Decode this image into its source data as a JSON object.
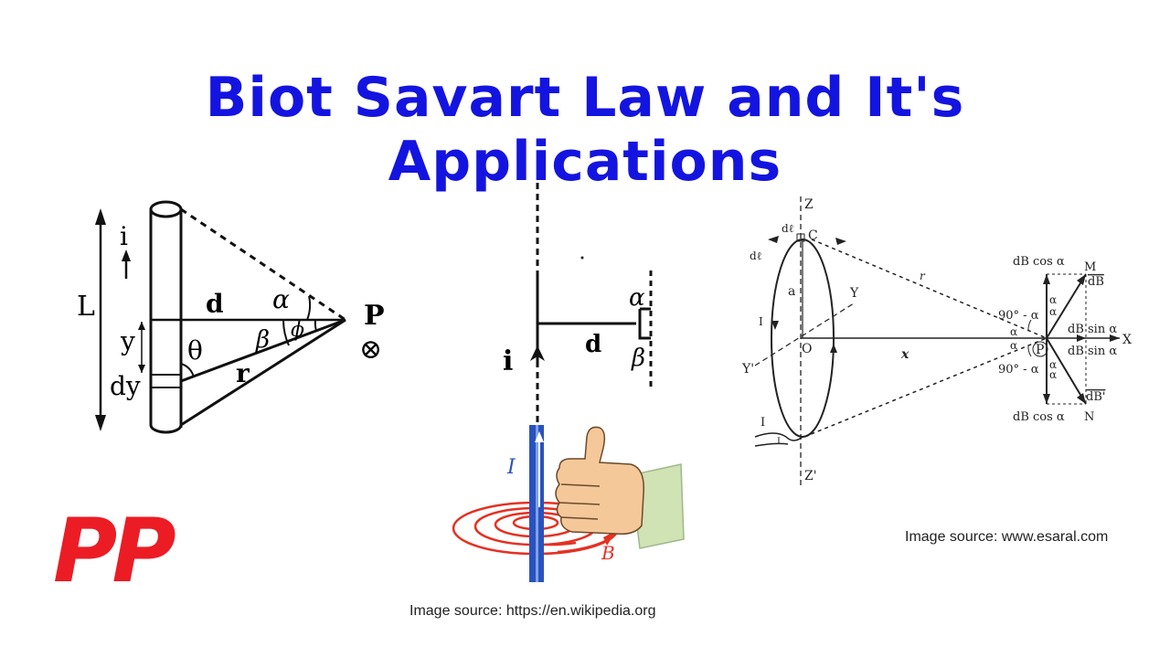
{
  "title": "Biot Savart Law and It's Applications",
  "logo_text": "PP",
  "colors": {
    "title": "#1414e0",
    "logo": "#ec1c24",
    "conductor_blue": "#2a52be",
    "field_red": "#e63022",
    "skin": "#f5c89a"
  },
  "figure_left": {
    "labels": {
      "current": "i",
      "length": "L",
      "distance": "d",
      "alpha": "α",
      "beta": "β",
      "phi": "ϕ",
      "point": "P",
      "into_page": "⊗",
      "y": "y",
      "dy": "dy",
      "theta": "θ",
      "r": "r"
    }
  },
  "figure_middle": {
    "labels": {
      "current": "i",
      "distance": "d",
      "alpha": "α",
      "beta": "β",
      "conductor_current": "I",
      "field": "B"
    }
  },
  "figure_right": {
    "labels": {
      "z": "Z",
      "z_prime": "Z'",
      "y": "Y",
      "y_prime": "Y'",
      "x": "X",
      "origin": "O",
      "x_dist": "x",
      "a": "a",
      "c": "C",
      "dl": "dℓ",
      "dl_vec": "dℓ",
      "r": "r",
      "current_loop": "I",
      "current_in1": "I",
      "current_in2": "I",
      "point": "P",
      "dB_cos_top": "dB cos α",
      "dB_cos_bottom": "dB cos α",
      "dB_sin_top": "dB sin α",
      "dB_sin_bottom": "dB sin α",
      "M": "M",
      "N": "N",
      "dB": "dB",
      "dB_prime": "dB'",
      "angle_top": "90° - α",
      "angle_bottom": "90° - α",
      "alpha1": "α",
      "alpha2": "α",
      "alpha3": "α",
      "alpha4": "α",
      "alpha5": "α",
      "alpha6": "α"
    }
  },
  "sources": {
    "wiki": "Image source: https://en.wikipedia.org",
    "esaral": "Image source: www.esaral.com"
  }
}
